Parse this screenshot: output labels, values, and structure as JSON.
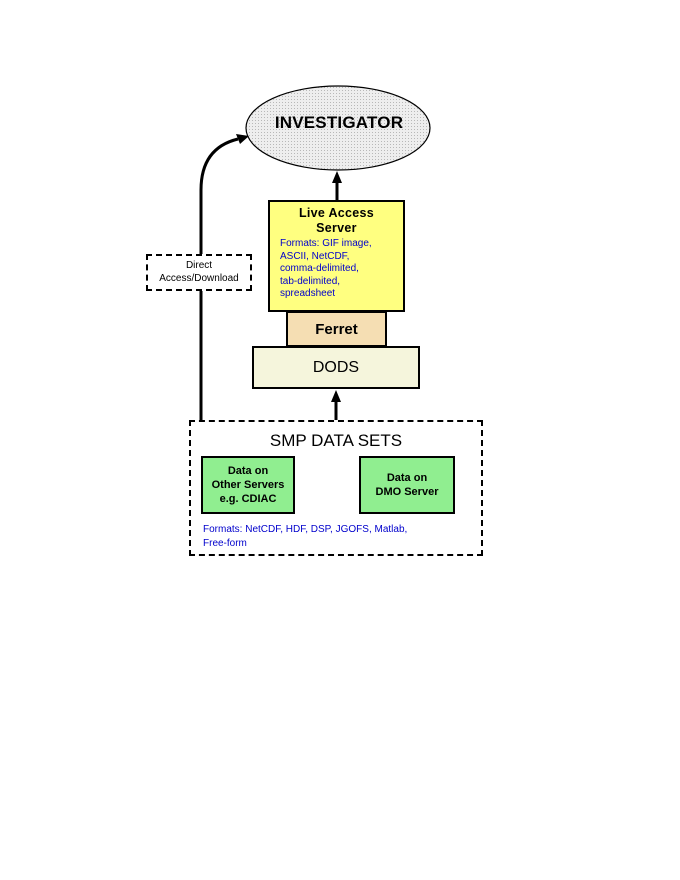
{
  "investigator": {
    "label": "INVESTIGATOR"
  },
  "live_access_server": {
    "title_lines": [
      "Live Access",
      "Server"
    ],
    "formats_lines": [
      "Formats:  GIF image,",
      "ASCII, NetCDF,",
      "comma-delimited,",
      "tab-delimited,",
      "spreadsheet"
    ]
  },
  "ferret": {
    "label": "Ferret"
  },
  "dods": {
    "label": "DODS"
  },
  "smp_data_sets": {
    "title": "SMP DATA SETS",
    "other_servers_lines": [
      "Data on",
      "Other Servers",
      "e.g. CDIAC"
    ],
    "dmo_server_lines": [
      "Data on",
      "DMO Server"
    ],
    "formats_lines": [
      "Formats: NetCDF, HDF, DSP, JGOFS, Matlab,",
      "Free-form"
    ]
  },
  "direct_access": {
    "lines": [
      "Direct",
      "Access/Download"
    ]
  },
  "colors": {
    "las_fill": "#ffff80",
    "ferret_fill": "#f5deb3",
    "dods_fill": "#f5f5dc",
    "data_box_fill": "#90ee90",
    "formats_text": "#0000cc",
    "investigator_fill": "#e6e6e6"
  }
}
